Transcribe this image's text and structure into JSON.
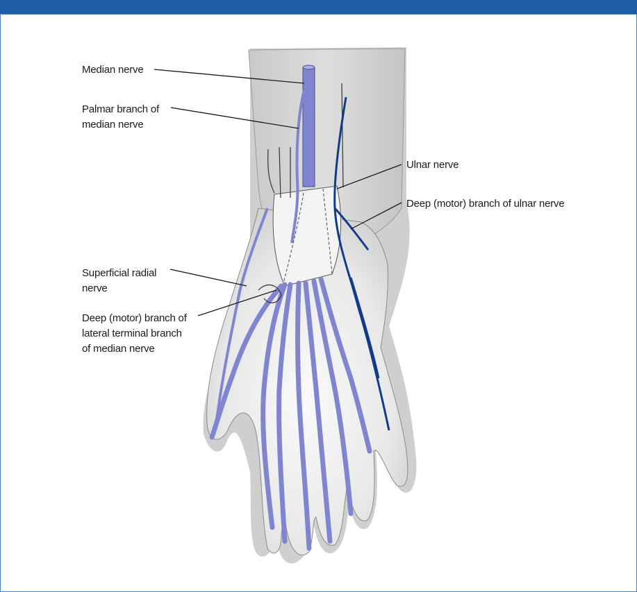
{
  "figure": {
    "caption": ""
  },
  "labels": {
    "median_nerve": "Median nerve",
    "palmar_branch": "Palmar branch of\nmedian nerve",
    "ulnar_nerve": "Ulnar nerve",
    "deep_ulnar": "Deep (motor) branch of ulnar nerve",
    "superficial_radial": "Superficial radial\nnerve",
    "deep_median": "Deep (motor) branch of\nlateral terminal branch\nof median nerve"
  },
  "colors": {
    "header_bar": "#1f5fa8",
    "frame_border": "#4a7fbd",
    "median_nerve": "#7f86cf",
    "ulnar_nerve": "#123a8c",
    "skin": "#d9d9d9",
    "skin_shadow": "#bdbdbd",
    "retinaculum": "#f4f4f4"
  }
}
